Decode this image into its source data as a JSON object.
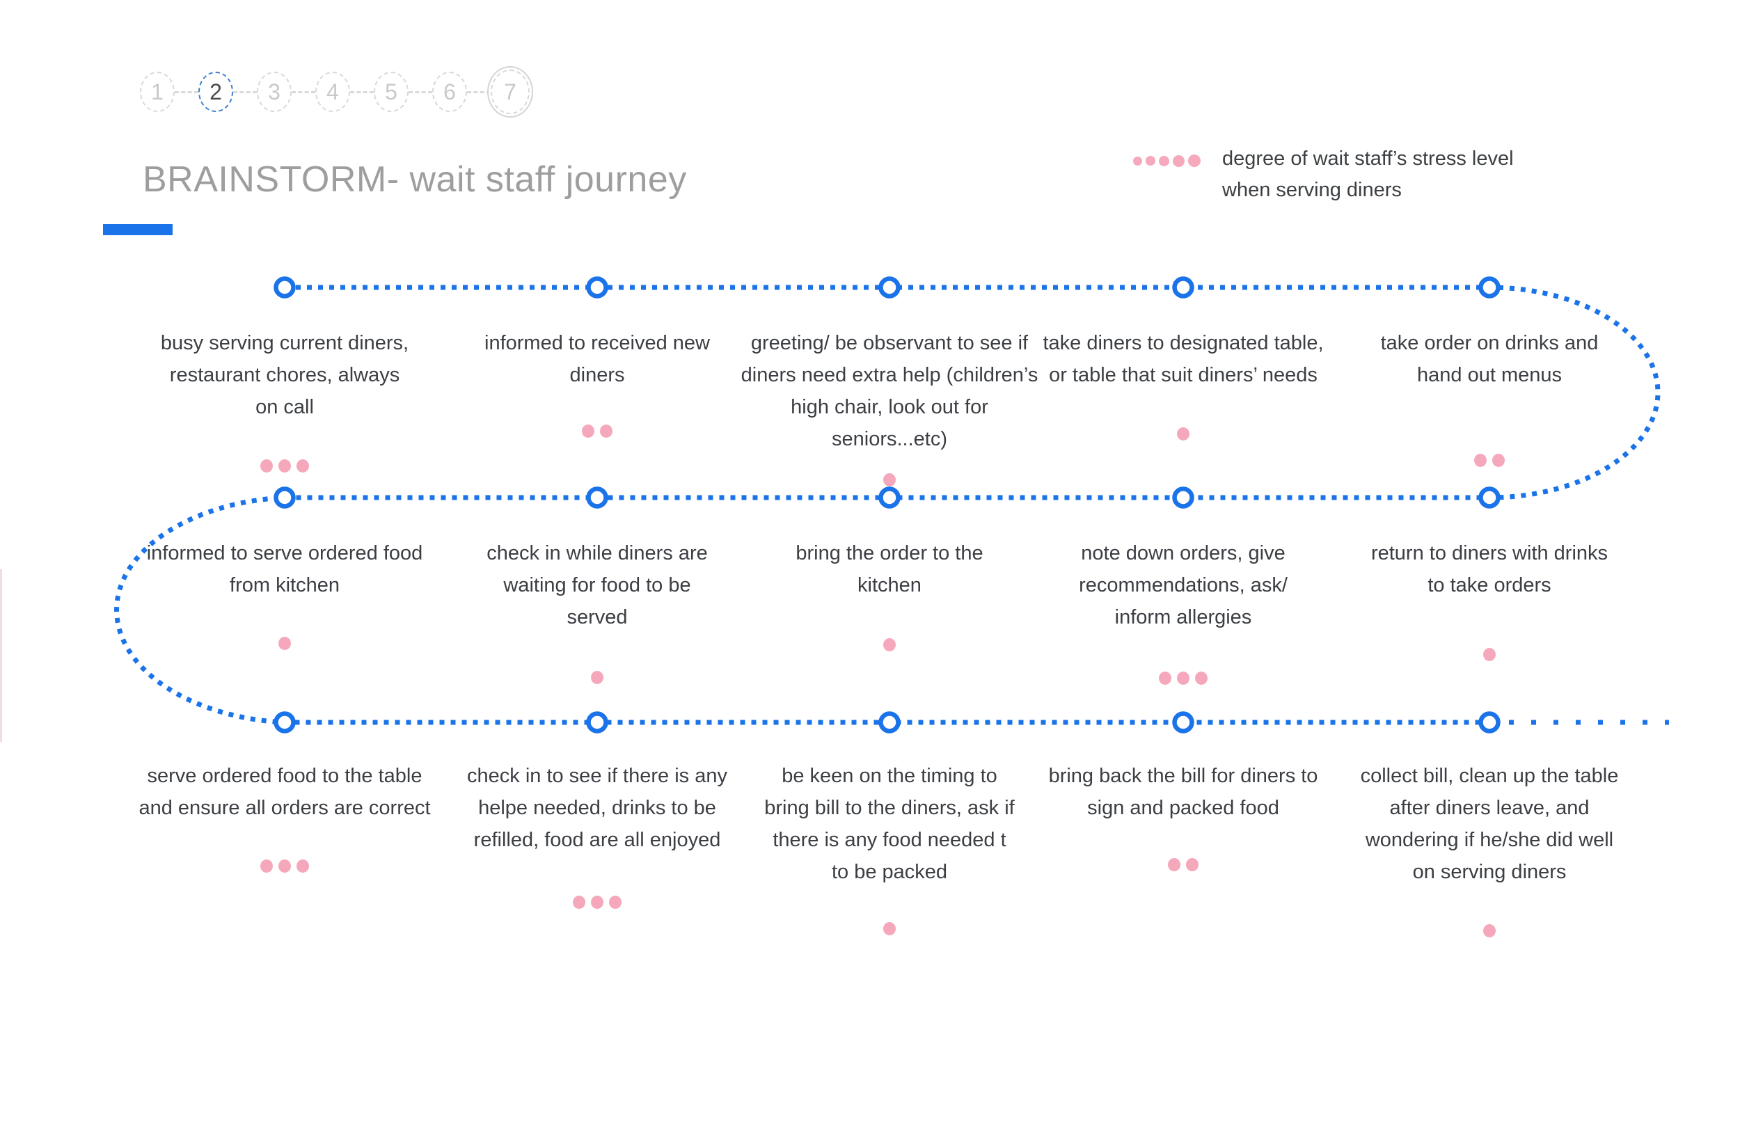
{
  "title": "BRAINSTORM- wait staff journey",
  "stepper": {
    "steps": [
      {
        "label": "1",
        "state": "default"
      },
      {
        "label": "2",
        "state": "active"
      },
      {
        "label": "3",
        "state": "default"
      },
      {
        "label": "4",
        "state": "default"
      },
      {
        "label": "5",
        "state": "default"
      },
      {
        "label": "6",
        "state": "default"
      },
      {
        "label": "7",
        "state": "final"
      }
    ]
  },
  "legend": {
    "dot_count": 5,
    "line1": "degree of wait staff’s stress level",
    "line2": "when serving diners"
  },
  "journey": {
    "rows": [
      {
        "steps": [
          {
            "text": "busy serving current diners, restaurant chores, always on call",
            "stress": 3
          },
          {
            "text": "informed to received new diners",
            "stress": 2
          },
          {
            "text": "greeting/ be observant to see if diners need extra help (children’s high chair, look out for seniors...etc)",
            "stress": 1
          },
          {
            "text": "take diners to designated table, or table that suit diners’ needs",
            "stress": 1
          },
          {
            "text": "take order on drinks and hand out menus",
            "stress": 2
          }
        ]
      },
      {
        "steps": [
          {
            "text": "informed to serve ordered food from kitchen",
            "stress": 1
          },
          {
            "text": "check in while diners are waiting for food to be served",
            "stress": 1
          },
          {
            "text": "bring the order to the kitchen",
            "stress": 1
          },
          {
            "text": "note down orders, give recommendations, ask/ inform allergies",
            "stress": 3
          },
          {
            "text": "return to diners with drinks to take orders",
            "stress": 1
          }
        ]
      },
      {
        "steps": [
          {
            "text": "serve ordered food to the table and ensure all orders are correct",
            "stress": 3
          },
          {
            "text": "check in to see if there is any helpe needed, drinks to be refilled, food are all enjoyed",
            "stress": 3
          },
          {
            "text": "be keen on the timing to bring bill to the diners, ask if there is any food needed t to be packed",
            "stress": 1
          },
          {
            "text": "bring back the bill for diners to sign and packed food",
            "stress": 2
          },
          {
            "text": "collect bill, clean up the table after diners leave, and wondering if he/she did well on serving diners",
            "stress": 1
          }
        ]
      }
    ]
  },
  "colors": {
    "accent_blue": "#1a73e8",
    "stepper_active_blue": "#3f7fd0",
    "stress_pink": "#f5a8bb",
    "title_gray": "#9e9e9e",
    "text_dark": "#3b3e43",
    "stepper_gray": "#d9d9d9"
  }
}
